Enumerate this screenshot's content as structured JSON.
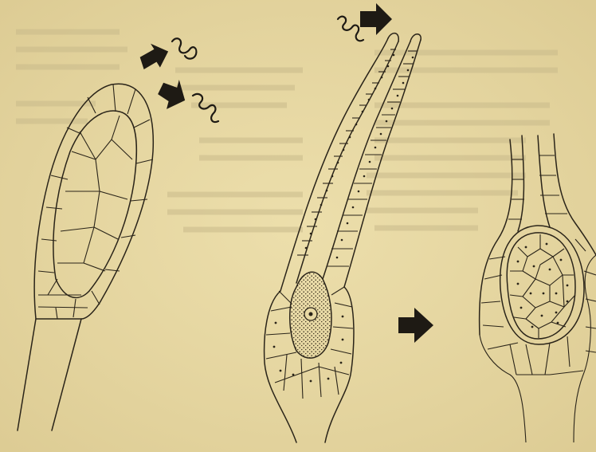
{
  "figure": {
    "background": "#e8d9a4",
    "ink": "#2a2419",
    "panels": [
      "antheridium-with-sperm",
      "archegonium-with-egg",
      "developing-embryo"
    ],
    "icons": [
      "arrow-icon",
      "sperm-icon"
    ]
  }
}
